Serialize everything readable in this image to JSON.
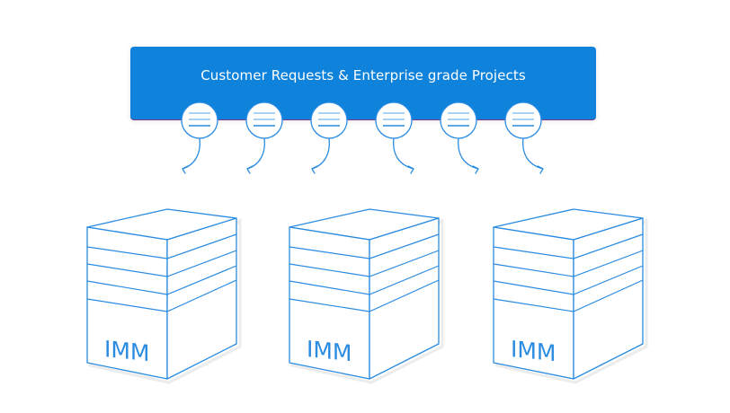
{
  "banner": {
    "title": "Customer Requests & Enterprise grade Projects",
    "color": "#0f82db"
  },
  "colors": {
    "stroke": "#2a8be0",
    "line_light": "#8cc3ef",
    "line_dark": "#2a8be0",
    "shadow": "#ececec"
  },
  "requests": [
    {
      "icon": "document-lines-icon",
      "arrow": "down-left"
    },
    {
      "icon": "document-lines-icon",
      "arrow": "down-left"
    },
    {
      "icon": "document-lines-icon",
      "arrow": "down-left"
    },
    {
      "icon": "document-lines-icon",
      "arrow": "down-right"
    },
    {
      "icon": "document-lines-icon",
      "arrow": "down-right"
    },
    {
      "icon": "document-lines-icon",
      "arrow": "down-right"
    }
  ],
  "servers": [
    {
      "label": "IMM"
    },
    {
      "label": "IMM"
    },
    {
      "label": "IMM"
    }
  ]
}
